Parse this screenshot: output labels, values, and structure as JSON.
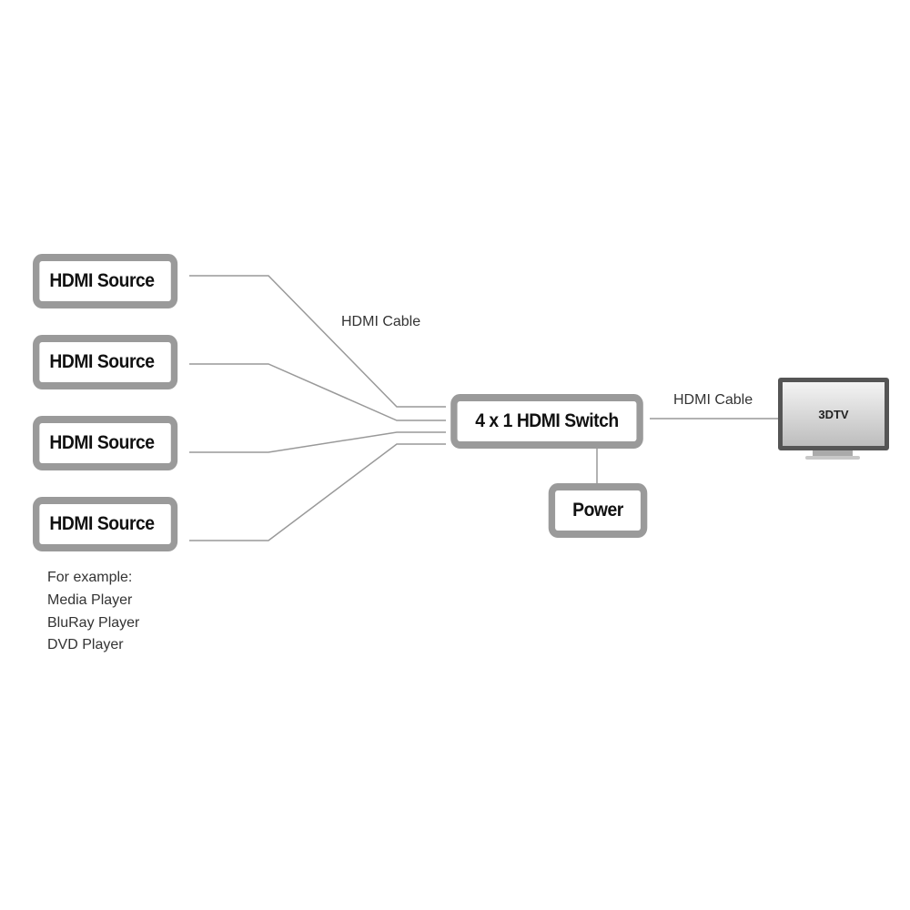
{
  "sources": [
    {
      "label": "HDMI Source"
    },
    {
      "label": "HDMI Source"
    },
    {
      "label": "HDMI Source"
    },
    {
      "label": "HDMI Source"
    }
  ],
  "switch": {
    "label": "4 x 1 HDMI Switch"
  },
  "power": {
    "label": "Power"
  },
  "tv": {
    "label": "3DTV"
  },
  "cable_labels": [
    "HDMI Cable",
    "HDMI Cable"
  ],
  "examples": {
    "heading": "For example:",
    "items": [
      "Media Player",
      "BluRay Player",
      "DVD Player"
    ]
  },
  "colors": {
    "border": "#9a9a9a",
    "line": "#999999",
    "text": "#111111"
  }
}
